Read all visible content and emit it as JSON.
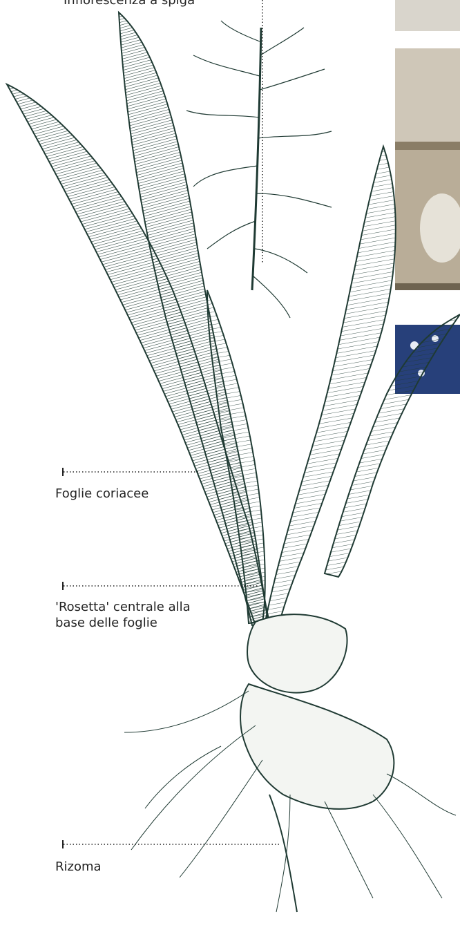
{
  "labels": {
    "inflorescence": "Infiorescenza a spiga",
    "leaves": "Foglie coriacee",
    "rosette_line1": "'Rosetta' centrale alla",
    "rosette_line2": "base delle foglie",
    "rhizome": "Rizoma"
  },
  "colors": {
    "ink": "#1f3a33",
    "leaf_fill": "#f3f5f2",
    "band": "#2c4a41",
    "photo_wall": "#cfc7b8",
    "photo_shelf": "#8a7d66",
    "pot_blue": "#27407a"
  }
}
